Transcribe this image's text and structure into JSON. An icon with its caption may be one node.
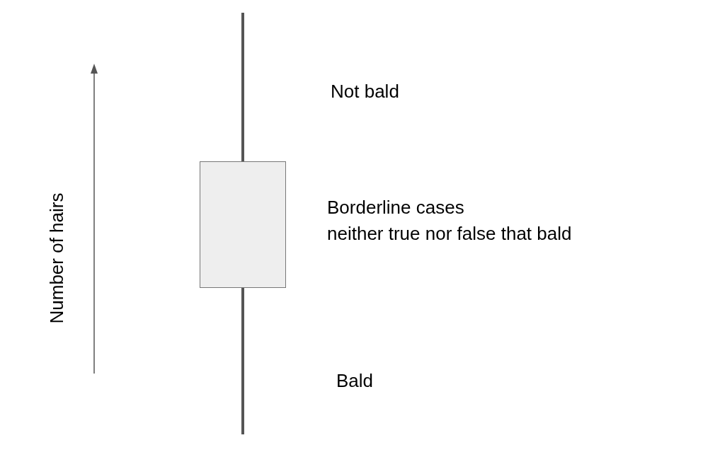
{
  "diagram": {
    "nodes": [
      {
        "text": [],
        "shape": "box",
        "beside": [
          "Borderline cases",
          "neither true nor false that bald"
        ]
      }
    ],
    "labels": [
      "Not bald",
      "Bald",
      "Number of hairs"
    ]
  }
}
